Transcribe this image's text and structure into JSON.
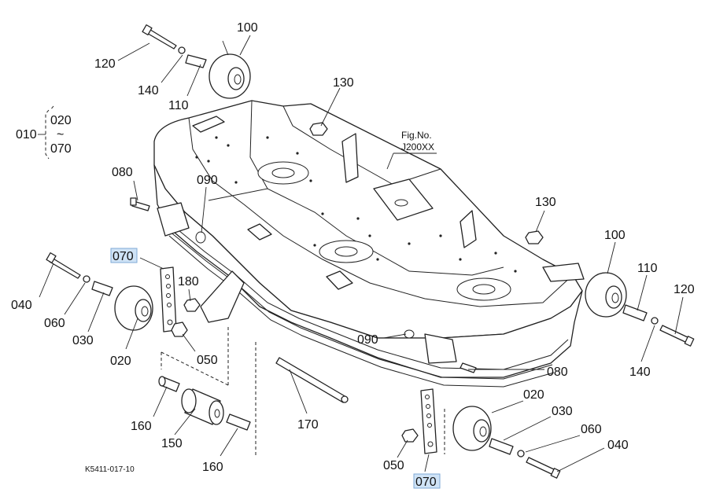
{
  "figure": {
    "fig_no_label": "Fig.No.",
    "fig_no_value": "J200XX",
    "code": "K5411-017-10"
  },
  "group": {
    "main": "010",
    "top": "020",
    "tilde": "~",
    "bottom": "070"
  },
  "callouts": [
    {
      "id": "c100a",
      "text": "100"
    },
    {
      "id": "c120a",
      "text": "120"
    },
    {
      "id": "c140a",
      "text": "140"
    },
    {
      "id": "c110a",
      "text": "110"
    },
    {
      "id": "c130a",
      "text": "130"
    },
    {
      "id": "c080a",
      "text": "080"
    },
    {
      "id": "c090a",
      "text": "090"
    },
    {
      "id": "c070a",
      "text": "070",
      "highlight": true
    },
    {
      "id": "c040a",
      "text": "040"
    },
    {
      "id": "c060a",
      "text": "060"
    },
    {
      "id": "c030a",
      "text": "030"
    },
    {
      "id": "c020a",
      "text": "020"
    },
    {
      "id": "c180",
      "text": "180"
    },
    {
      "id": "c050a",
      "text": "050"
    },
    {
      "id": "c160a",
      "text": "160"
    },
    {
      "id": "c150",
      "text": "150"
    },
    {
      "id": "c160b",
      "text": "160"
    },
    {
      "id": "c170",
      "text": "170"
    },
    {
      "id": "c090b",
      "text": "090"
    },
    {
      "id": "c080b",
      "text": "080"
    },
    {
      "id": "c130b",
      "text": "130"
    },
    {
      "id": "c100b",
      "text": "100"
    },
    {
      "id": "c110b",
      "text": "110"
    },
    {
      "id": "c120b",
      "text": "120"
    },
    {
      "id": "c140b",
      "text": "140"
    },
    {
      "id": "c020b",
      "text": "020"
    },
    {
      "id": "c030b",
      "text": "030"
    },
    {
      "id": "c060b",
      "text": "060"
    },
    {
      "id": "c040b",
      "text": "040"
    },
    {
      "id": "c050b",
      "text": "050"
    },
    {
      "id": "c070b",
      "text": "070",
      "highlight": true
    }
  ]
}
